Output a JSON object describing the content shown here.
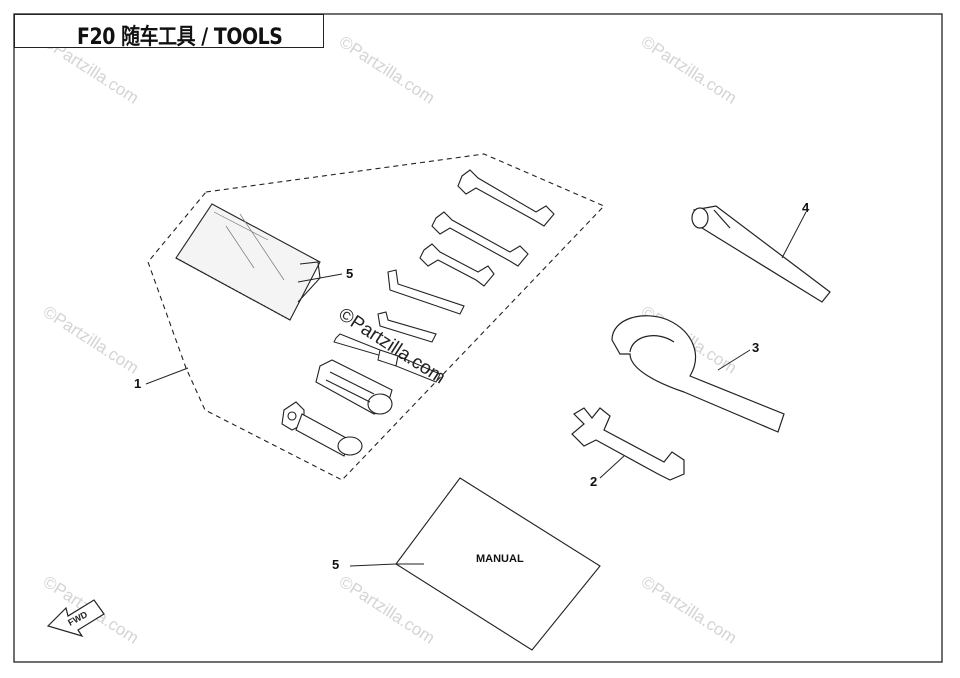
{
  "title": "F20 随车工具 / TOOLS",
  "callouts": {
    "c1": "1",
    "c2": "2",
    "c3": "3",
    "c4": "4",
    "c5_bag": "5",
    "c5_manual": "5"
  },
  "manual_label": "MANUAL",
  "fwd_label": "FWD",
  "watermark": "©Partzilla.com",
  "watermark_center": "©Partzilla.com",
  "colors": {
    "line": "#222222",
    "watermark": "#d4d4d4",
    "background": "#ffffff"
  }
}
